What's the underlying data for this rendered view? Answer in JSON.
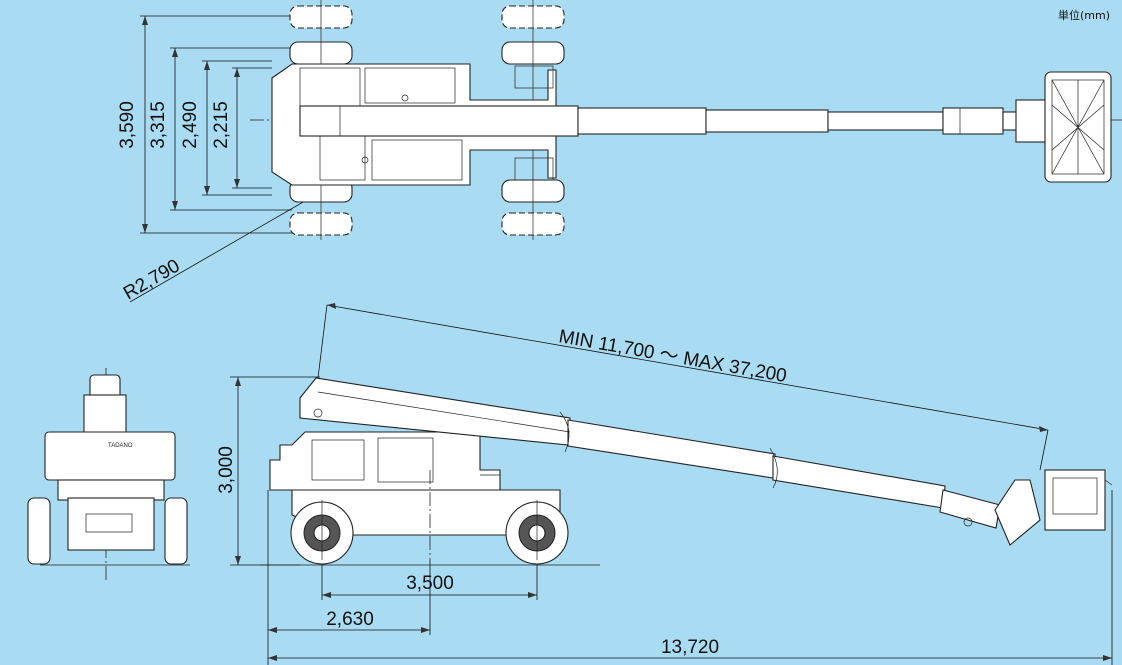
{
  "unit_label": "単位(mm)",
  "top_view": {
    "width_labels": [
      "3,590",
      "3,315",
      "2,490",
      "2,215"
    ],
    "radius_label": "R2,790"
  },
  "side_view": {
    "boom_length_label": "MIN 11,700 ～ MAX 37,200",
    "height_label": "3,000",
    "wheelbase_label": "3,500",
    "rear_overhang_label": "2,630",
    "overall_length_label": "13,720"
  },
  "front_view": {
    "logo_text": "TADANO"
  },
  "colors": {
    "background": "#a9dcf2",
    "line": "#222222",
    "machine_fill": "#ffffff"
  }
}
